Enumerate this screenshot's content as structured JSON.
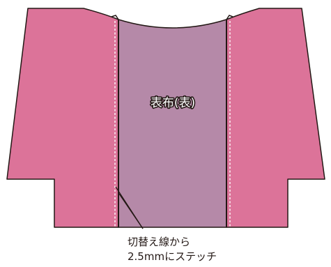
{
  "diagram": {
    "center_label": "表布(表)",
    "callout_line1": "切替え線から",
    "callout_line2": "2.5mmにステッチ"
  },
  "colors": {
    "side_panel_fill": "#DC7399",
    "center_panel_fill": "#B589A8",
    "outline": "#231815",
    "stitch": "#FFFFFF"
  }
}
